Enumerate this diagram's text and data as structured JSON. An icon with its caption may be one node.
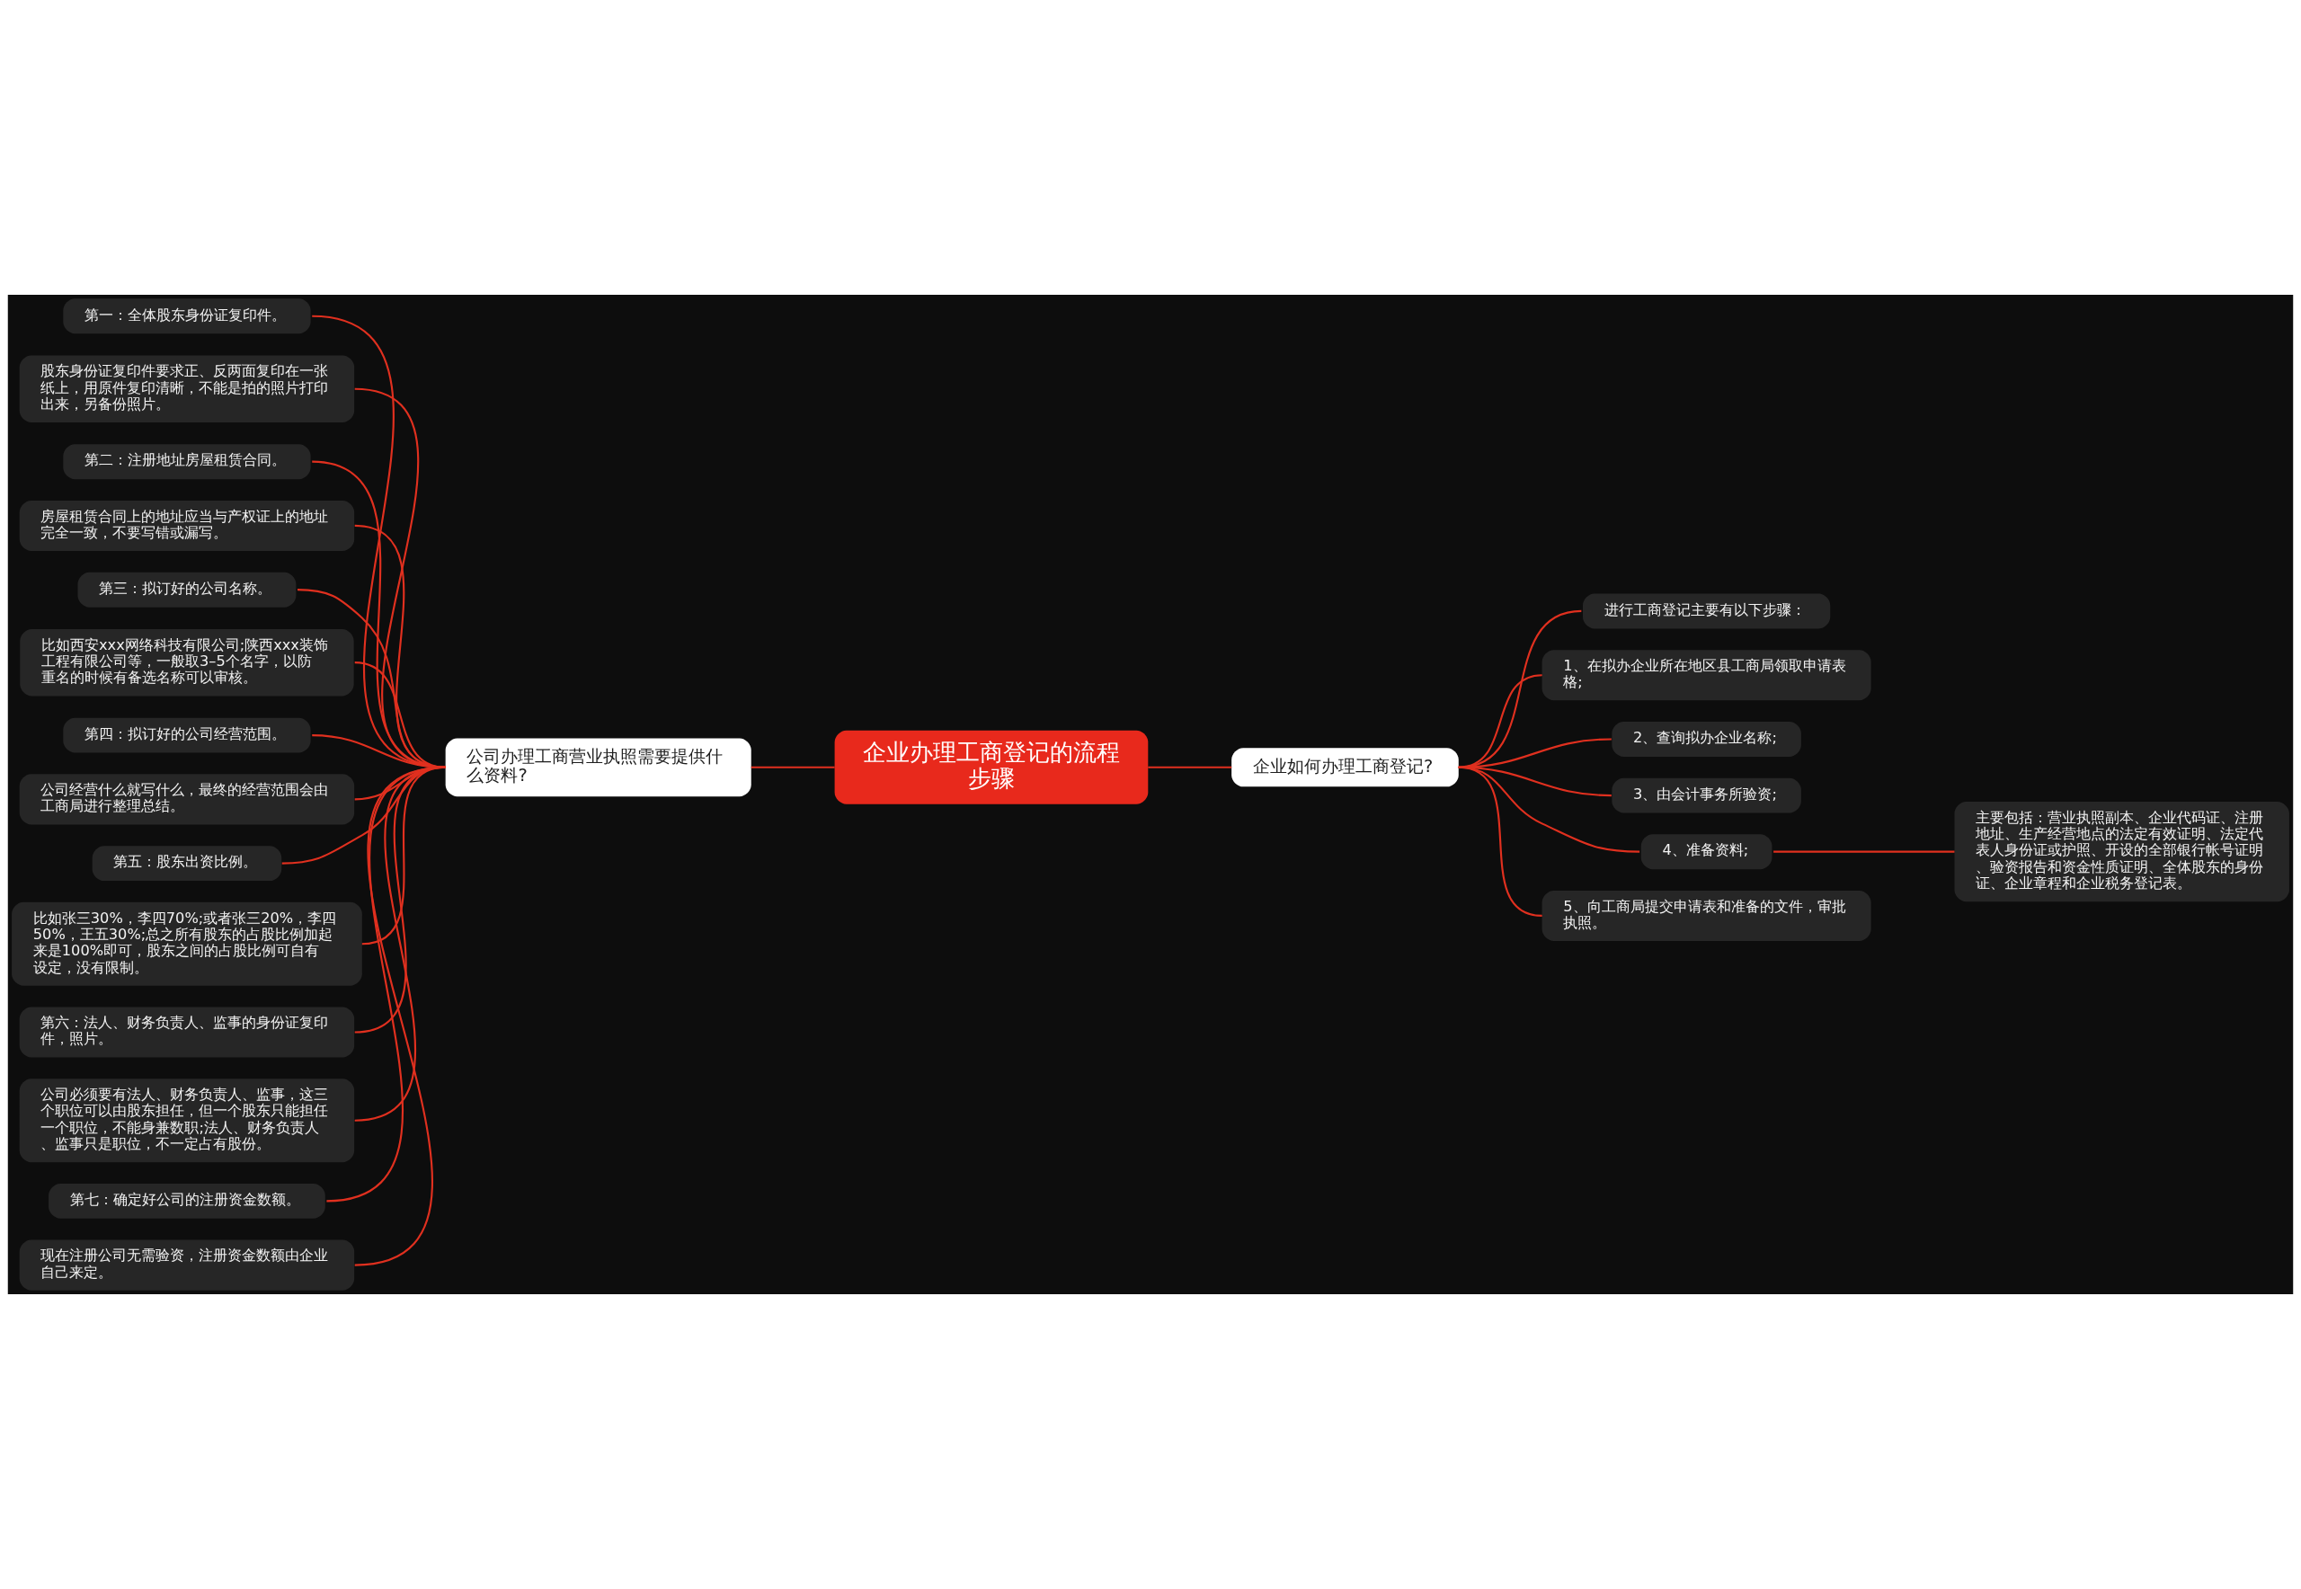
{
  "diagram": {
    "nodes": [
      {
        "text": [
          "企业办理工商登记的流程步骤"
        ]
      },
      {
        "text": [
          "公司办理工商营业执照需要提供什么资料?"
        ]
      },
      {
        "text": [
          "第一：全体股东身份证复印件。"
        ]
      },
      {
        "text": [
          "股东身份证复印件要求正、反两面复印在一张纸上，用原件复印清晰，不能是拍的照片打印出来，另备份照片。"
        ]
      },
      {
        "text": [
          "第二：注册地址房屋租赁合同。"
        ]
      },
      {
        "text": [
          "房屋租赁合同上的地址应当与产权证上的地址完全一致，不要写错或漏写。"
        ]
      },
      {
        "text": [
          "第三：拟订好的公司名称。"
        ]
      },
      {
        "text": [
          "比如西安xxx网络科技有限公司;陕西xxx装饰工程有限公司等，一般取3–5个名字，以防重名的时候有备选名称可以审核。"
        ]
      },
      {
        "text": [
          "第四：拟订好的公司经营范围。"
        ]
      },
      {
        "text": [
          "公司经营什么就写什么，最终的经营范围会由工商局进行整理总结。"
        ]
      },
      {
        "text": [
          "第五：股东出资比例。"
        ]
      },
      {
        "text": [
          "比如张三30%，李四70%;或者张三20%，李四50%，王五30%;总之所有股东的占股比例加起来是100%即可，股东之间的占股比例可自有设定，没有限制。"
        ]
      },
      {
        "text": [
          "第六：法人、财务负责人、监事的身份证复印件，照片。"
        ]
      },
      {
        "text": [
          "公司必须要有法人、财务负责人、监事，这三个职位可以由股东担任，但一个股东只能担任一个职位，不能身兼数职;法人、财务负责人、监事只是职位，不一定占有股份。"
        ]
      },
      {
        "text": [
          "第七：确定好公司的注册资金数额。"
        ]
      },
      {
        "text": [
          "现在注册公司无需验资，注册资金数额由企业自己来定。"
        ]
      },
      {
        "text": [
          "企业如何办理工商登记?"
        ]
      },
      {
        "text": [
          "进行工商登记主要有以下步骤："
        ]
      },
      {
        "text": [
          "1、在拟办企业所在地区县工商局领取申请表格;"
        ]
      },
      {
        "text": [
          "2、查询拟办企业名称;"
        ]
      },
      {
        "text": [
          "3、由会计事务所验资;"
        ]
      },
      {
        "text": [
          "4、准备资料;"
        ]
      },
      {
        "text": [
          "主要包括：营业执照副本、企业代码证、注册地址、生产经营地点的法定有效证明、法定代表人身份证或护照、开设的全部银行帐号证明、验资报告和资金性质证明、全体股东的身份证、企业章程和企业税务登记表。"
        ]
      },
      {
        "text": [
          "5、向工商局提交申请表和准备的文件，审批执照。"
        ]
      }
    ],
    "edges": [
      {
        "from": 1,
        "to": 0,
        "arrow": "none"
      },
      {
        "from": 2,
        "to": 1,
        "arrow": "none"
      },
      {
        "from": 3,
        "to": 1,
        "arrow": "none"
      },
      {
        "from": 4,
        "to": 1,
        "arrow": "none"
      },
      {
        "from": 5,
        "to": 1,
        "arrow": "none"
      },
      {
        "from": 6,
        "to": 1,
        "arrow": "none"
      },
      {
        "from": 7,
        "to": 1,
        "arrow": "none"
      },
      {
        "from": 8,
        "to": 1,
        "arrow": "none"
      },
      {
        "from": 9,
        "to": 1,
        "arrow": "none"
      },
      {
        "from": 10,
        "to": 1,
        "arrow": "none"
      },
      {
        "from": 11,
        "to": 1,
        "arrow": "none"
      },
      {
        "from": 12,
        "to": 1,
        "arrow": "none"
      },
      {
        "from": 13,
        "to": 1,
        "arrow": "none"
      },
      {
        "from": 14,
        "to": 1,
        "arrow": "none"
      },
      {
        "from": 15,
        "to": 1,
        "arrow": "none"
      },
      {
        "from": 0,
        "to": 16,
        "arrow": "none"
      },
      {
        "from": 16,
        "to": 17,
        "arrow": "none"
      },
      {
        "from": 16,
        "to": 18,
        "arrow": "none"
      },
      {
        "from": 16,
        "to": 19,
        "arrow": "none"
      },
      {
        "from": 16,
        "to": 20,
        "arrow": "none"
      },
      {
        "from": 16,
        "to": 21,
        "arrow": "none"
      },
      {
        "from": 21,
        "to": 22,
        "arrow": "none"
      },
      {
        "from": 16,
        "to": 23,
        "arrow": "none"
      }
    ]
  }
}
